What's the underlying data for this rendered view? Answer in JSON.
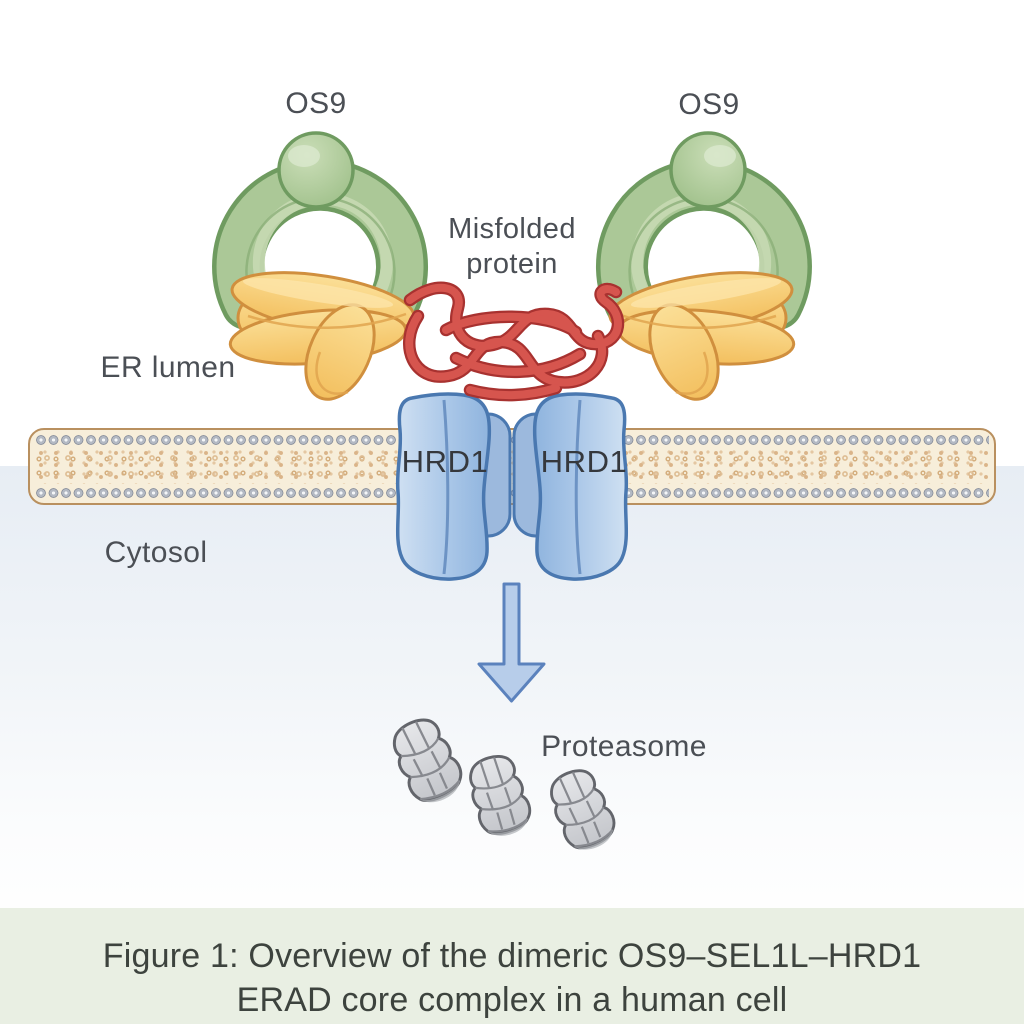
{
  "labels": {
    "os9_left": "OS9",
    "os9_right": "OS9",
    "misfolded_line1": "Misfolded",
    "misfolded_line2": "protein",
    "er_lumen": "ER lumen",
    "hrd1_left": "HRD1",
    "hrd1_right": "HRD1",
    "cytosol": "Cytosol",
    "proteasome": "Proteasome"
  },
  "caption": {
    "line1": "Figure 1: Overview of the dimeric OS9–SEL1L–HRD1",
    "line2": "ERAD core complex in a human cell"
  },
  "colors": {
    "os9_green": "#abc897",
    "os9_green_outline": "#6f9b60",
    "sel1l_yellow": "#f8cc72",
    "sel1l_outline": "#d08f3e",
    "misfolded_red": "#d6554e",
    "misfolded_red_outline": "#a83230",
    "hrd1_blue": "#aac7e8",
    "hrd1_blue_outline": "#4a78b0",
    "membrane_cream": "#f7eeda",
    "membrane_edge": "#b9905f",
    "proteasome_gray": "#d8d9dc",
    "arrow_blue": "#b7cdea",
    "cytosol_bg": "#e7edf4",
    "caption_bg": "#e9efe3",
    "label_text": "#4b4f55",
    "caption_text": "#3d433e"
  }
}
